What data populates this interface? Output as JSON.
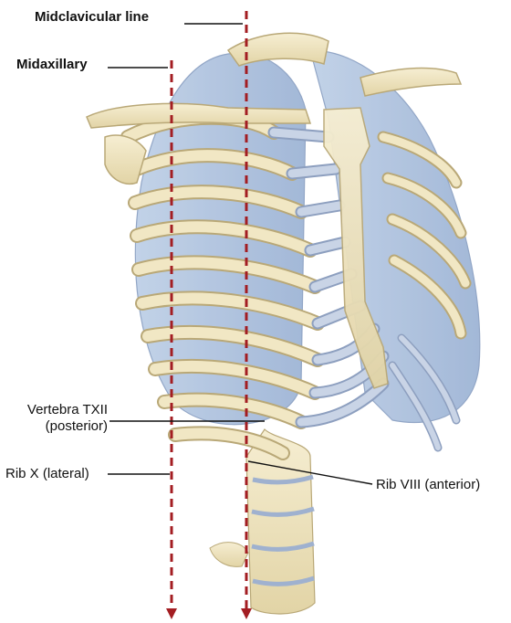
{
  "labels": {
    "midclavicular": "Midclavicular line",
    "midaxillary": "Midaxillary",
    "vertebra_line1": "Vertebra TXII",
    "vertebra_line2": "(posterior)",
    "rib_x": "Rib X (lateral)",
    "rib_viii": "Rib VIII (anterior)"
  },
  "colors": {
    "bone": "#efe4be",
    "bone_edge": "#b9a877",
    "cartilage": "#c9d4e6",
    "cartilage_edge": "#8d9fbf",
    "lung": "#a9bfdc",
    "reference_line": "#a31d22",
    "leader_line": "#111111"
  }
}
